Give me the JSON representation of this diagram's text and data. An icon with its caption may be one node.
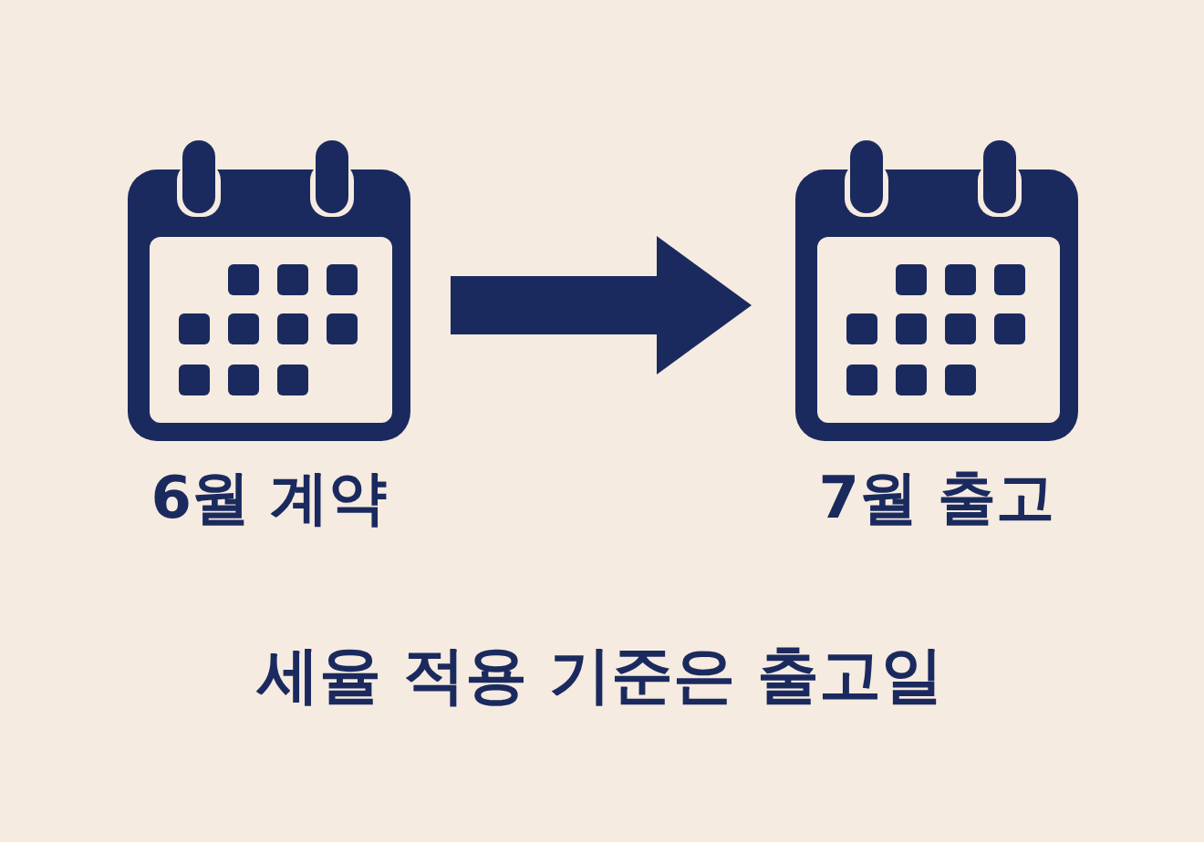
{
  "diagram": {
    "nodes": [
      {
        "text": [],
        "shape": "picture",
        "beside": [
          "6월 계약"
        ]
      },
      {
        "text": [],
        "shape": "picture",
        "beside": [
          "7월 출고"
        ]
      }
    ],
    "edges": [
      {
        "from": 0,
        "to": 1,
        "arrow": "to"
      }
    ],
    "labels": [
      "세율 적용 기준은 출고일"
    ]
  }
}
